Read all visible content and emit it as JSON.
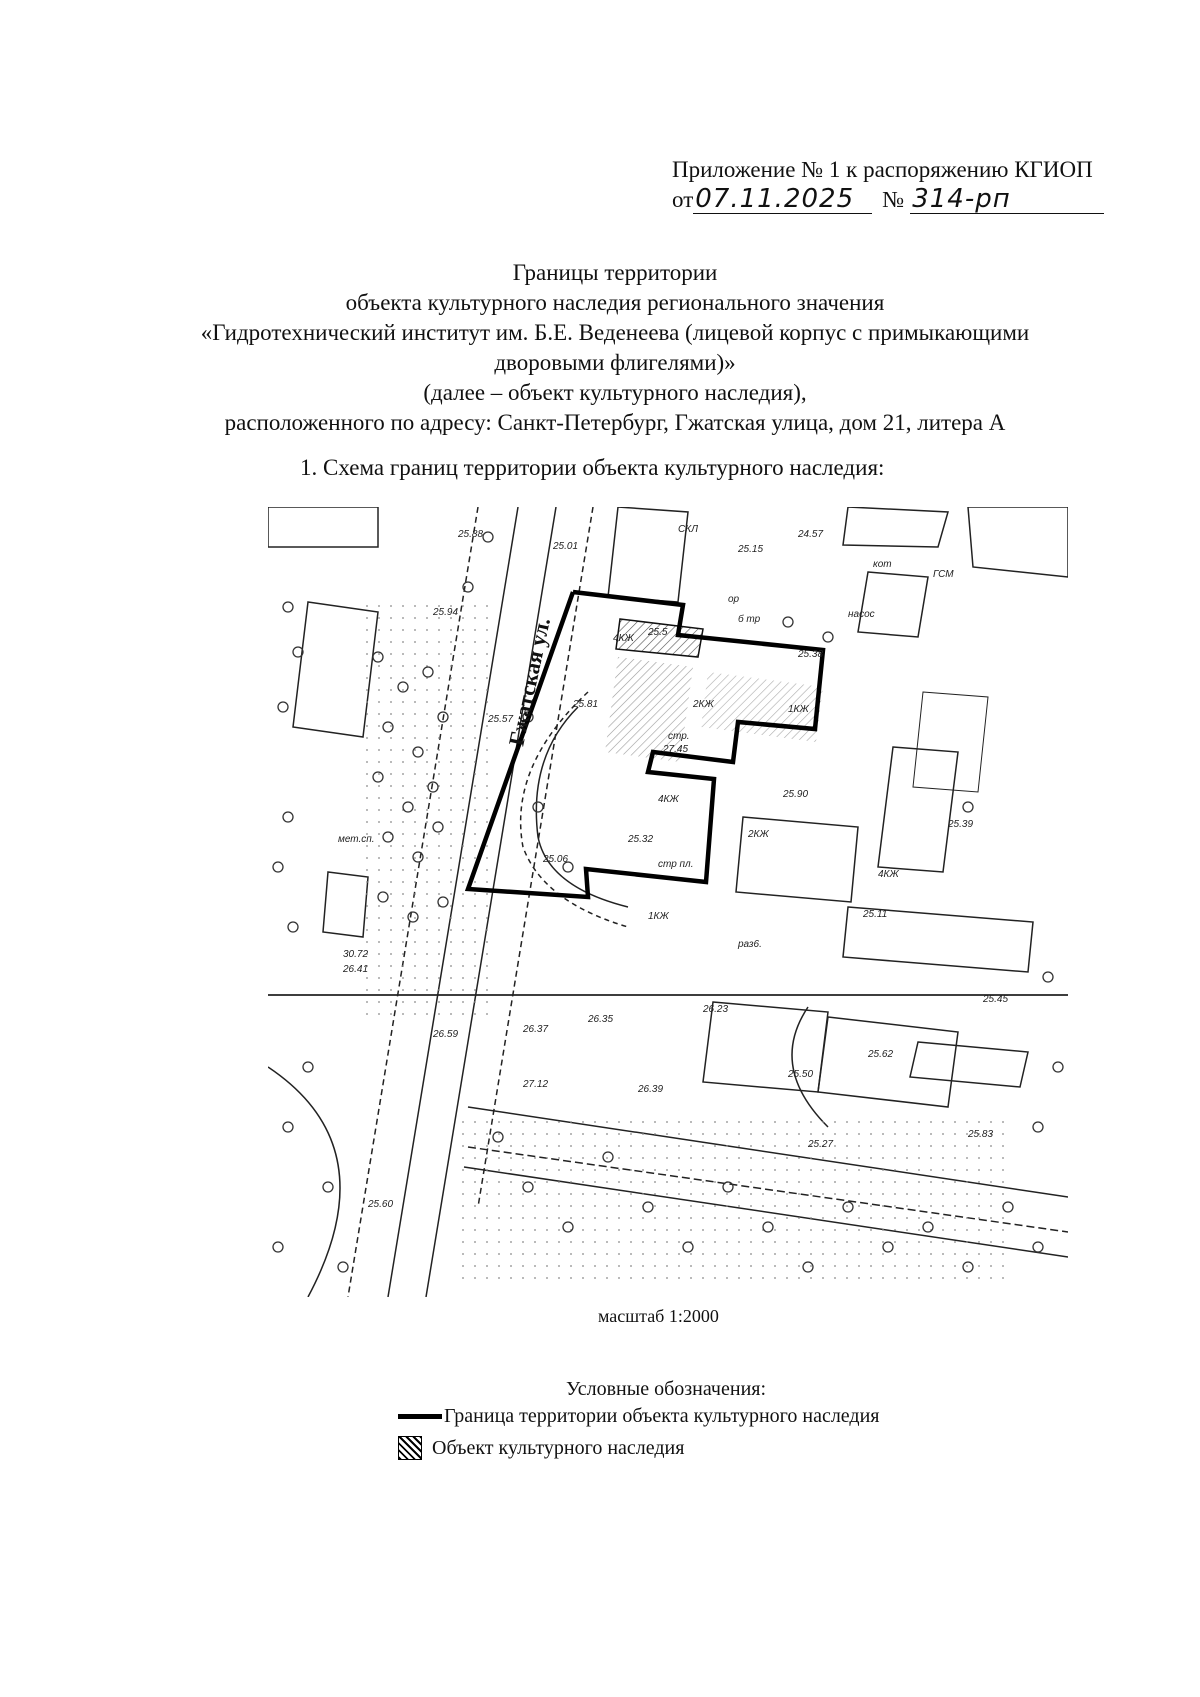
{
  "annex": {
    "line1": "Приложение № 1 к распоряжению КГИОП",
    "from_label": "от",
    "date": "07.11.2025",
    "number_label": "№",
    "number": "314-рп"
  },
  "title": {
    "line1": "Границы территории",
    "line2": "объекта культурного наследия регионального значения",
    "line3": "«Гидротехнический институт им. Б.Е. Веденеева (лицевой корпус с примыкающими",
    "line4": "дворовыми флигелями)»",
    "line5": "(далее – объект культурного наследия),",
    "line6": "расположенного по адресу: Санкт-Петербург, Гжатская улица, дом 21, литера А"
  },
  "section": {
    "heading": "1.   Схема границ территории объекта культурного наследия:"
  },
  "map": {
    "street": "Гжатская ул.",
    "labels": [
      "25.88",
      "25.01",
      "24.57",
      "25.15",
      "СКЛ",
      "25.94",
      "кот",
      "ГСМ",
      "ор",
      "б тр",
      "насос",
      "25.5",
      "4КЖ",
      "25.81",
      "2КЖ",
      "1КЖ",
      "25.38",
      "25.57",
      "стр.",
      "27.45",
      "4КЖ",
      "25.90",
      "25.39",
      "мет.сп.",
      "2КЖ",
      "25.06",
      "25.32",
      "стр пл.",
      "4КЖ",
      "25.11",
      "1КЖ",
      "раз6.",
      "30.72",
      "26.41",
      "26.59",
      "26.23",
      "25.45",
      "26.37",
      "26.35",
      "25.62",
      "27.12",
      "26.39",
      "25.50",
      "25.83",
      "25.27",
      "25.60"
    ]
  },
  "scale": {
    "label": "масштаб 1:2000"
  },
  "legend": {
    "title": "Условные обозначения:",
    "boundary": "Граница территории объекта культурного наследия",
    "object": "Объект культурного наследия"
  }
}
